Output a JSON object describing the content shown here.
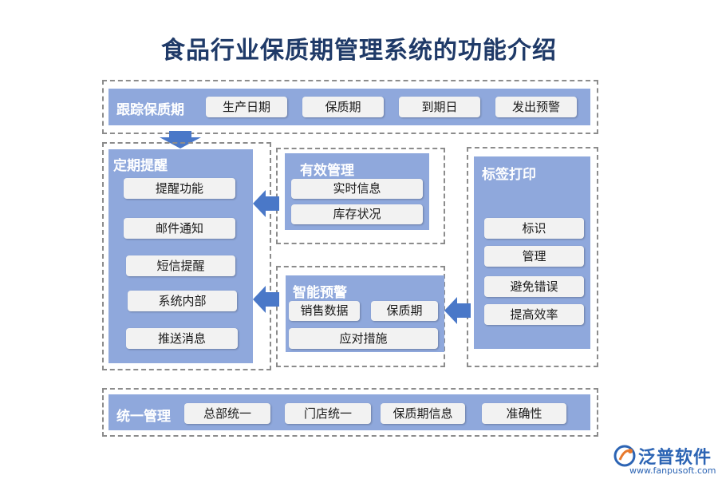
{
  "title": "食品行业保质期管理系统的功能介绍",
  "track": {
    "title": "跟踪保质期",
    "items": [
      "生产日期",
      "保质期",
      "到期日",
      "发出预警"
    ]
  },
  "reminder": {
    "title": "定期提醒",
    "items": [
      "提醒功能",
      "邮件通知",
      "短信提醒",
      "系统内部",
      "推送消息"
    ]
  },
  "effective": {
    "title": "有效管理",
    "items": [
      "实时信息",
      "库存状况"
    ]
  },
  "warning": {
    "title": "智能预警",
    "items": [
      "销售数据",
      "保质期",
      "应对措施"
    ]
  },
  "label": {
    "title": "标签打印",
    "items": [
      "标识",
      "管理",
      "避免错误",
      "提高效率"
    ]
  },
  "unified": {
    "title": "统一管理",
    "items": [
      "总部统一",
      "门店统一",
      "保质期信息",
      "准确性"
    ]
  },
  "logo": {
    "name": "泛普软件",
    "url": "www.fanpusoft.com"
  },
  "colors": {
    "panel": "#8fa8dc",
    "arrow": "#4a78c8",
    "title": "#1f3a68",
    "pill": "#f2f2f2"
  }
}
